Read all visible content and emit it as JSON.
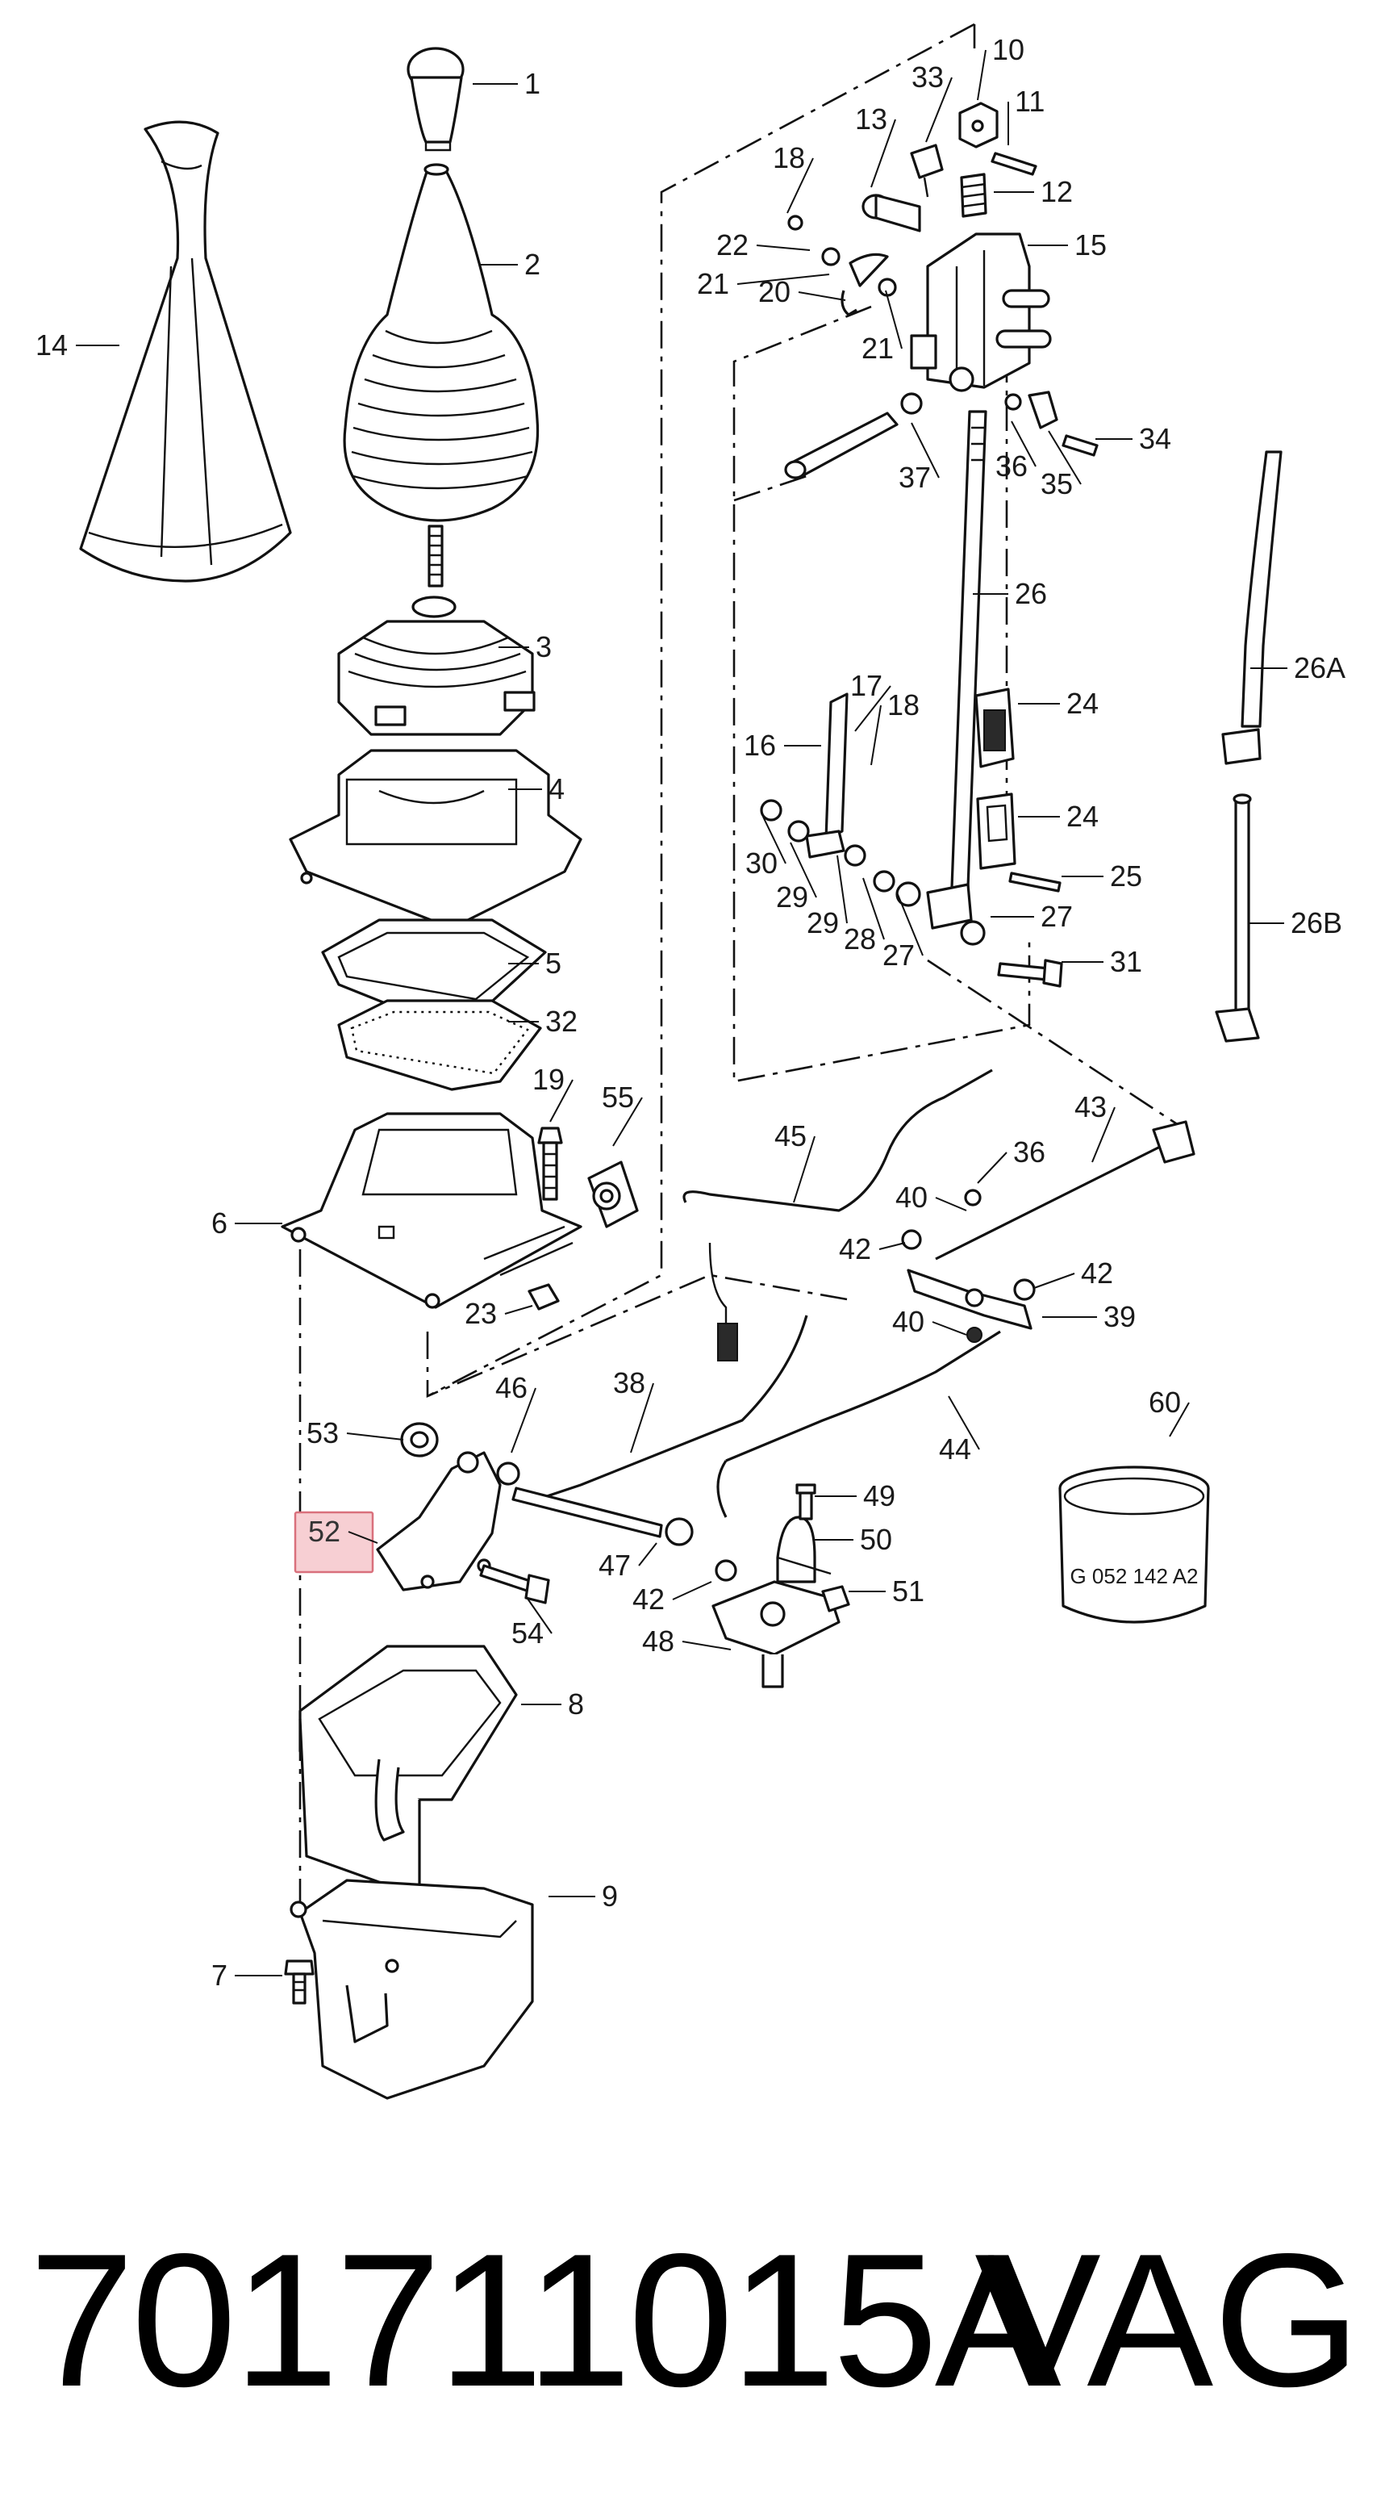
{
  "callouts": [
    {
      "id": "c1",
      "label": "1",
      "lx": "650",
      "ly": "116",
      "tx": "586",
      "ty": "116"
    },
    {
      "id": "c2",
      "label": "2",
      "lx": "650",
      "ly": "340",
      "tx": "596",
      "ty": "340"
    },
    {
      "id": "c3",
      "label": "3",
      "lx": "664",
      "ly": "814",
      "tx": "618",
      "ty": "814"
    },
    {
      "id": "c4",
      "label": "4",
      "lx": "680",
      "ly": "990",
      "tx": "630",
      "ty": "990"
    },
    {
      "id": "c5",
      "label": "5",
      "lx": "676",
      "ly": "1206",
      "tx": "630",
      "ty": "1206"
    },
    {
      "id": "c32",
      "label": "32",
      "lx": "676",
      "ly": "1278",
      "tx": "630",
      "ty": "1278"
    },
    {
      "id": "c14",
      "label": "14",
      "lx": "44",
      "ly": "440",
      "tx": "148",
      "ty": "440"
    },
    {
      "id": "c6",
      "label": "6",
      "lx": "262",
      "ly": "1528",
      "tx": "350",
      "ty": "1528"
    },
    {
      "id": "c19",
      "label": "19",
      "lx": "660",
      "ly": "1350",
      "tx": "682",
      "ty": "1390"
    },
    {
      "id": "c55",
      "label": "55",
      "lx": "746",
      "ly": "1372",
      "tx": "760",
      "ty": "1420"
    },
    {
      "id": "c23",
      "label": "23",
      "lx": "576",
      "ly": "1640",
      "tx": "660",
      "ty": "1618"
    },
    {
      "id": "c10",
      "label": "10",
      "lx": "1230",
      "ly": "74",
      "tx": "1212",
      "ty": "124"
    },
    {
      "id": "c33",
      "label": "33",
      "lx": "1130",
      "ly": "108",
      "tx": "1148",
      "ty": "176"
    },
    {
      "id": "c11",
      "label": "11",
      "lx": "1258",
      "ly": "138",
      "tx": "1250",
      "ty": "180"
    },
    {
      "id": "c13",
      "label": "13",
      "lx": "1060",
      "ly": "160",
      "tx": "1080",
      "ty": "232"
    },
    {
      "id": "c18a",
      "label": "18",
      "lx": "958",
      "ly": "208",
      "tx": "976",
      "ty": "264"
    },
    {
      "id": "c12",
      "label": "12",
      "lx": "1290",
      "ly": "250",
      "tx": "1232",
      "ty": "250"
    },
    {
      "id": "c22",
      "label": "22",
      "lx": "888",
      "ly": "316",
      "tx": "1004",
      "ty": "310"
    },
    {
      "id": "c15",
      "label": "15",
      "lx": "1332",
      "ly": "316",
      "tx": "1274",
      "ty": "316"
    },
    {
      "id": "c21a",
      "label": "21",
      "lx": "864",
      "ly": "364",
      "tx": "1028",
      "ty": "340"
    },
    {
      "id": "c20",
      "label": "20",
      "lx": "940",
      "ly": "374",
      "tx": "1048",
      "ty": "372"
    },
    {
      "id": "c21b",
      "label": "21",
      "lx": "1068",
      "ly": "444",
      "tx": "1098",
      "ty": "360"
    },
    {
      "id": "c37",
      "label": "37",
      "lx": "1114",
      "ly": "604",
      "tx": "1130",
      "ty": "524"
    },
    {
      "id": "c36a",
      "label": "36",
      "lx": "1234",
      "ly": "590",
      "tx": "1254",
      "ty": "522"
    },
    {
      "id": "c35",
      "label": "35",
      "lx": "1290",
      "ly": "612",
      "tx": "1300",
      "ty": "534"
    },
    {
      "id": "c34",
      "label": "34",
      "lx": "1412",
      "ly": "556",
      "tx": "1358",
      "ty": "556"
    },
    {
      "id": "c26",
      "label": "26",
      "lx": "1258",
      "ly": "748",
      "tx": "1206",
      "ty": "748"
    },
    {
      "id": "c26A",
      "label": "26A",
      "lx": "1604",
      "ly": "840",
      "tx": "1550",
      "ty": "840"
    },
    {
      "id": "c17",
      "label": "17",
      "lx": "1054",
      "ly": "862",
      "tx": "1060",
      "ty": "906"
    },
    {
      "id": "c18b",
      "label": "18",
      "lx": "1100",
      "ly": "886",
      "tx": "1080",
      "ty": "948"
    },
    {
      "id": "c16",
      "label": "16",
      "lx": "922",
      "ly": "936",
      "tx": "1018",
      "ty": "936"
    },
    {
      "id": "c24a",
      "label": "24",
      "lx": "1322",
      "ly": "884",
      "tx": "1262",
      "ty": "884"
    },
    {
      "id": "c24b",
      "label": "24",
      "lx": "1322",
      "ly": "1024",
      "tx": "1262",
      "ty": "1024"
    },
    {
      "id": "c25",
      "label": "25",
      "lx": "1376",
      "ly": "1098",
      "tx": "1316",
      "ty": "1098"
    },
    {
      "id": "c30",
      "label": "30",
      "lx": "924",
      "ly": "1082",
      "tx": "946",
      "ty": "1012"
    },
    {
      "id": "c29a",
      "label": "29",
      "lx": "962",
      "ly": "1124",
      "tx": "980",
      "ty": "1044"
    },
    {
      "id": "c29b",
      "label": "29",
      "lx": "1000",
      "ly": "1156",
      "tx": "1038",
      "ty": "1060"
    },
    {
      "id": "c28",
      "label": "28",
      "lx": "1046",
      "ly": "1176",
      "tx": "1070",
      "ty": "1088"
    },
    {
      "id": "c27a",
      "label": "27",
      "lx": "1094",
      "ly": "1196",
      "tx": "1112",
      "ty": "1106"
    },
    {
      "id": "c27b",
      "label": "27",
      "lx": "1290",
      "ly": "1148",
      "tx": "1228",
      "ty": "1148"
    },
    {
      "id": "c31",
      "label": "31",
      "lx": "1376",
      "ly": "1204",
      "tx": "1316",
      "ty": "1204"
    },
    {
      "id": "c26B",
      "label": "26B",
      "lx": "1600",
      "ly": "1156",
      "tx": "1548",
      "ty": "1156"
    },
    {
      "id": "c43",
      "label": "43",
      "lx": "1332",
      "ly": "1384",
      "tx": "1354",
      "ty": "1440"
    },
    {
      "id": "c45",
      "label": "45",
      "lx": "960",
      "ly": "1420",
      "tx": "984",
      "ty": "1490"
    },
    {
      "id": "c36b",
      "label": "36",
      "lx": "1256",
      "ly": "1440",
      "tx": "1212",
      "ty": "1466"
    },
    {
      "id": "c40a",
      "label": "40",
      "lx": "1110",
      "ly": "1496",
      "tx": "1198",
      "ty": "1500"
    },
    {
      "id": "c42a",
      "label": "42",
      "lx": "1040",
      "ly": "1560",
      "tx": "1122",
      "ty": "1540"
    },
    {
      "id": "c42b",
      "label": "42",
      "lx": "1340",
      "ly": "1590",
      "tx": "1282",
      "ty": "1596"
    },
    {
      "id": "c40b",
      "label": "40",
      "lx": "1106",
      "ly": "1650",
      "tx": "1198",
      "ty": "1654"
    },
    {
      "id": "c39",
      "label": "39",
      "lx": "1368",
      "ly": "1644",
      "tx": "1292",
      "ty": "1644"
    },
    {
      "id": "c38",
      "label": "38",
      "lx": "760",
      "ly": "1726",
      "tx": "782",
      "ty": "1800"
    },
    {
      "id": "c46",
      "label": "46",
      "lx": "614",
      "ly": "1732",
      "tx": "634",
      "ty": "1800"
    },
    {
      "id": "c53",
      "label": "53",
      "lx": "380",
      "ly": "1788",
      "tx": "500",
      "ty": "1784"
    },
    {
      "id": "c44",
      "label": "44",
      "lx": "1164",
      "ly": "1808",
      "tx": "1176",
      "ty": "1730"
    },
    {
      "id": "c60",
      "label": "60",
      "lx": "1424",
      "ly": "1750",
      "tx": "1450",
      "ty": "1780"
    },
    {
      "id": "c52",
      "label": "52",
      "lx": "382",
      "ly": "1910",
      "tx": "468",
      "ty": "1912",
      "hl": "1"
    },
    {
      "id": "c49",
      "label": "49",
      "lx": "1070",
      "ly": "1866",
      "tx": "1010",
      "ty": "1866"
    },
    {
      "id": "c50",
      "label": "50",
      "lx": "1066",
      "ly": "1920",
      "tx": "1010",
      "ty": "1920"
    },
    {
      "id": "c47",
      "label": "47",
      "lx": "742",
      "ly": "1952",
      "tx": "814",
      "ty": "1912"
    },
    {
      "id": "c42c",
      "label": "42",
      "lx": "784",
      "ly": "1994",
      "tx": "882",
      "ty": "1960"
    },
    {
      "id": "c51",
      "label": "51",
      "lx": "1106",
      "ly": "1984",
      "tx": "1052",
      "ty": "1984"
    },
    {
      "id": "c54",
      "label": "54",
      "lx": "634",
      "ly": "2036",
      "tx": "652",
      "ty": "1978"
    },
    {
      "id": "c48",
      "label": "48",
      "lx": "796",
      "ly": "2046",
      "tx": "906",
      "ty": "2044"
    },
    {
      "id": "c8",
      "label": "8",
      "lx": "704",
      "ly": "2124",
      "tx": "646",
      "ty": "2124"
    },
    {
      "id": "c9",
      "label": "9",
      "lx": "746",
      "ly": "2362",
      "tx": "680",
      "ty": "2362"
    },
    {
      "id": "c7",
      "label": "7",
      "lx": "262",
      "ly": "2460",
      "tx": "350",
      "ty": "2460"
    }
  ],
  "drum_label": "G 052 142 A2",
  "part_number": "701711015A",
  "brand": "VAG"
}
